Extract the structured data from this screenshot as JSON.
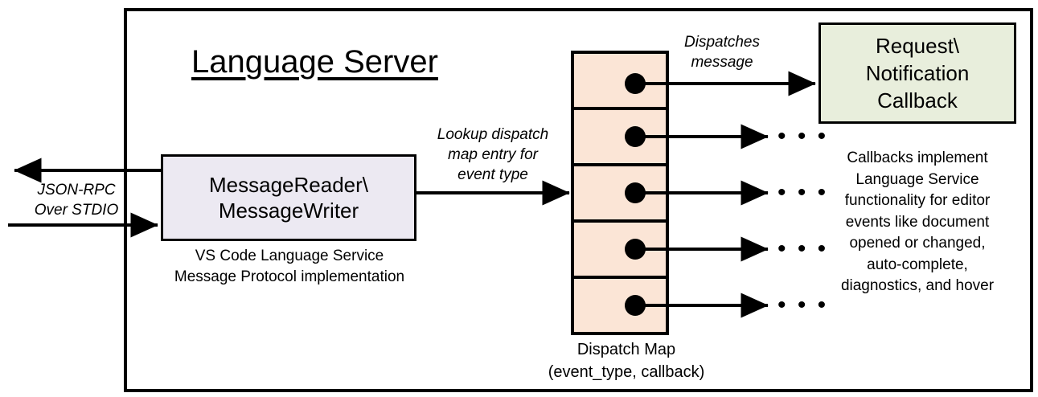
{
  "diagram": {
    "title": "Language Server",
    "outer_border": {
      "label": "language-server-boundary"
    },
    "reader": {
      "line1": "MessageReader\\",
      "line2": "MessageWriter",
      "caption_line1": "VS Code Language Service",
      "caption_line2": "Message Protocol implementation",
      "fill": "#ece9f2"
    },
    "dispatch_map": {
      "caption_line1": "Dispatch Map",
      "caption_line2": "(event_type, callback)",
      "fill": "#fbe5d6",
      "rows": [
        {
          "id": "row-1"
        },
        {
          "id": "row-2"
        },
        {
          "id": "row-3"
        },
        {
          "id": "row-4"
        },
        {
          "id": "row-5"
        }
      ]
    },
    "callback": {
      "line1": "Request\\",
      "line2": "Notification",
      "line3": "Callback",
      "fill": "#e8eedc",
      "caption_line1": "Callbacks implement",
      "caption_line2": "Language Service",
      "caption_line3": "functionality for editor",
      "caption_line4": "events like document",
      "caption_line5": "opened or changed,",
      "caption_line6": "auto-complete,",
      "caption_line7": "diagnostics, and hover"
    },
    "labels": {
      "jsonrpc_line1": "JSON-RPC",
      "jsonrpc_line2": "Over STDIO",
      "lookup_line1": "Lookup dispatch",
      "lookup_line2": "map entry for",
      "lookup_line3": "event type",
      "dispatches_line1": "Dispatches",
      "dispatches_line2": "message"
    },
    "ellipses": {
      "e1": "• • •",
      "e2": "• • •",
      "e3": "• • •",
      "e4": "• • •"
    },
    "colors": {
      "stroke": "#000000",
      "background": "#ffffff"
    }
  }
}
